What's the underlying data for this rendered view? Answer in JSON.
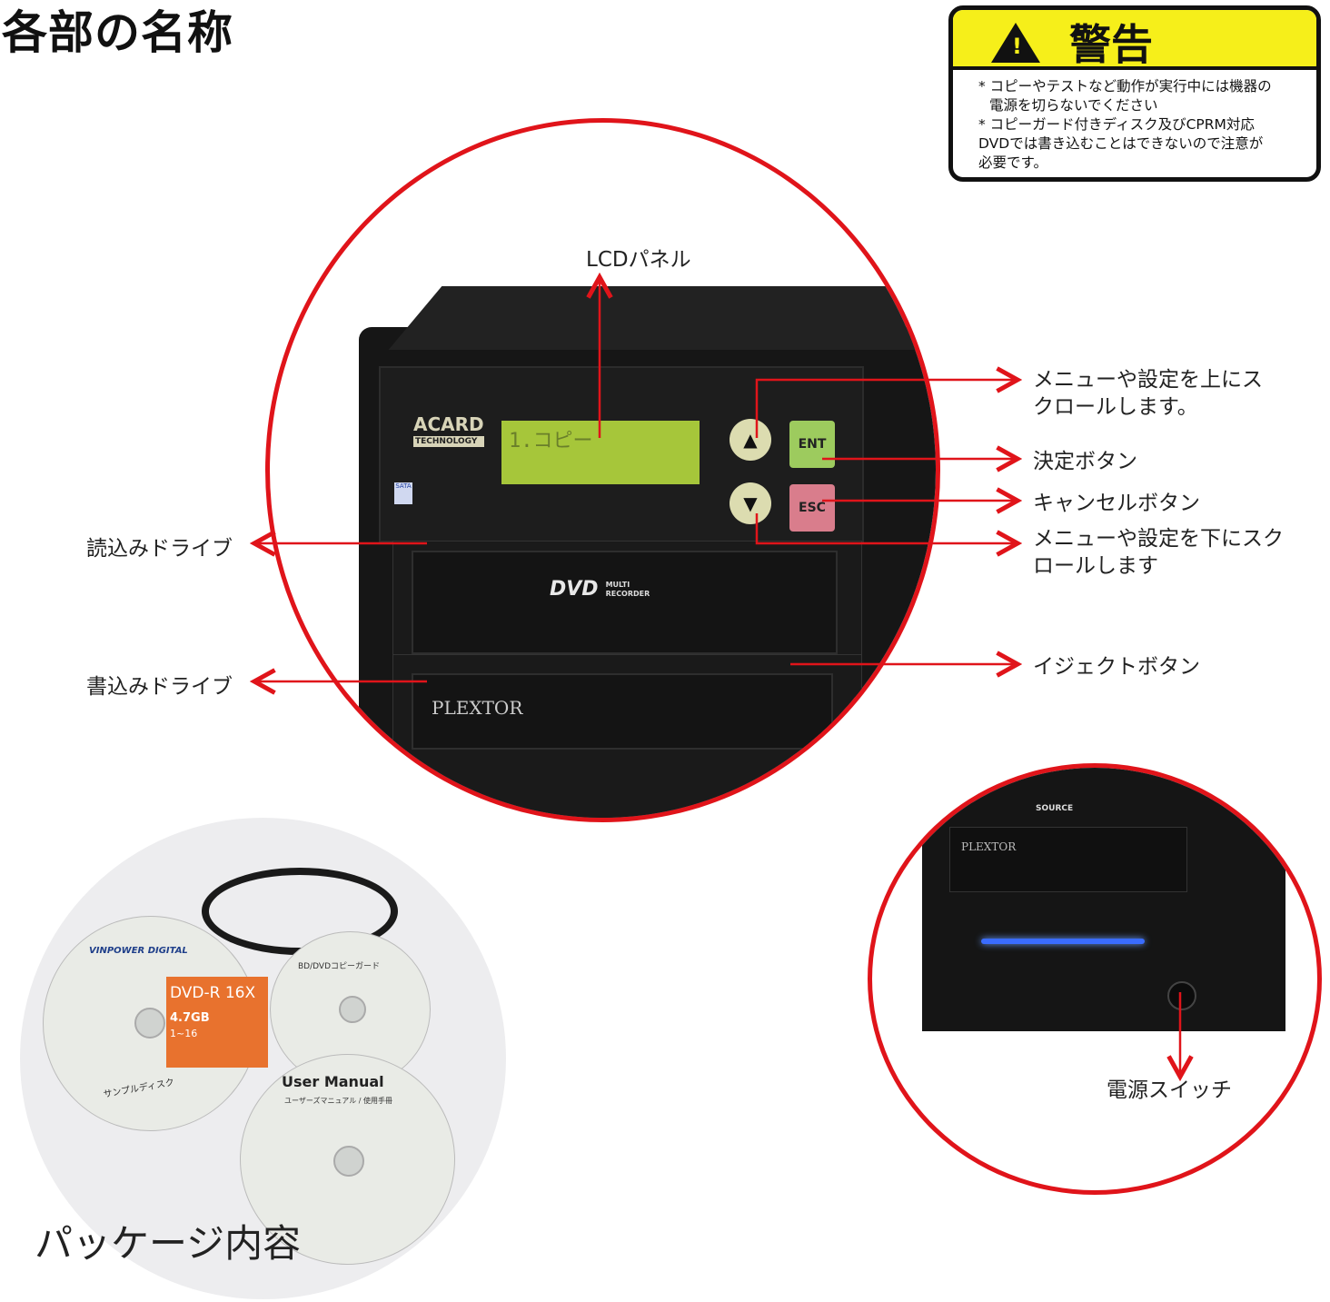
{
  "title": "各部の名称",
  "warning": {
    "icon": "warning-triangle-icon",
    "heading": "警告",
    "lines": [
      "* コピーやテストなど動作が実行中には機器の",
      "電源を切らないでください",
      "* コピーガード付きディスク及びCPRM対応",
      "DVDでは書き込むことはできないので注意が",
      "必要です。"
    ]
  },
  "device": {
    "brand": "ACARD",
    "brand_sub": "TECHNOLOGY",
    "sata_badge": "SATA",
    "lcd_text": "1.コピー",
    "btn_up": "▲",
    "btn_down": "▼",
    "btn_ent": "ENT",
    "btn_esc": "ESC",
    "drive1_logo": "DVD",
    "drive1_logo_sub": "MULTI RECORDER",
    "source_label": "SOURCE",
    "drive2_logo": "PLEXTOR"
  },
  "labels": {
    "lcd": "LCDパネル",
    "scroll_up": [
      "メニューや設定を上にス",
      "クロールします。"
    ],
    "enter": "決定ボタン",
    "cancel": "キャンセルボタン",
    "scroll_down": [
      "メニューや設定を下にスク",
      "ロールします"
    ],
    "eject": "イジェクトボタン",
    "read_drive": "読込みドライブ",
    "write_drive": "書込みドライブ",
    "power": "電源スイッチ"
  },
  "package": {
    "caption": "パッケージ内容",
    "disc1_brand": "VINPOWER DIGITAL",
    "disc1_type": "DVD-R 16X",
    "disc1_cap": "4.7GB",
    "disc1_speed": "1~16",
    "disc1_label": "サンプルディスク",
    "disc2_label": "BD/DVDコピーガード",
    "disc3_title": "User Manual",
    "disc3_sub": "ユーザーズマニュアル / 使用手冊"
  },
  "colors": {
    "accent_red": "#e0141a",
    "warning_yellow": "#f6ef1a",
    "lcd_green": "#a6c63a",
    "ent_green": "#9dcb5e",
    "esc_pink": "#d97d8c",
    "power_led_blue": "#3a6cff"
  }
}
